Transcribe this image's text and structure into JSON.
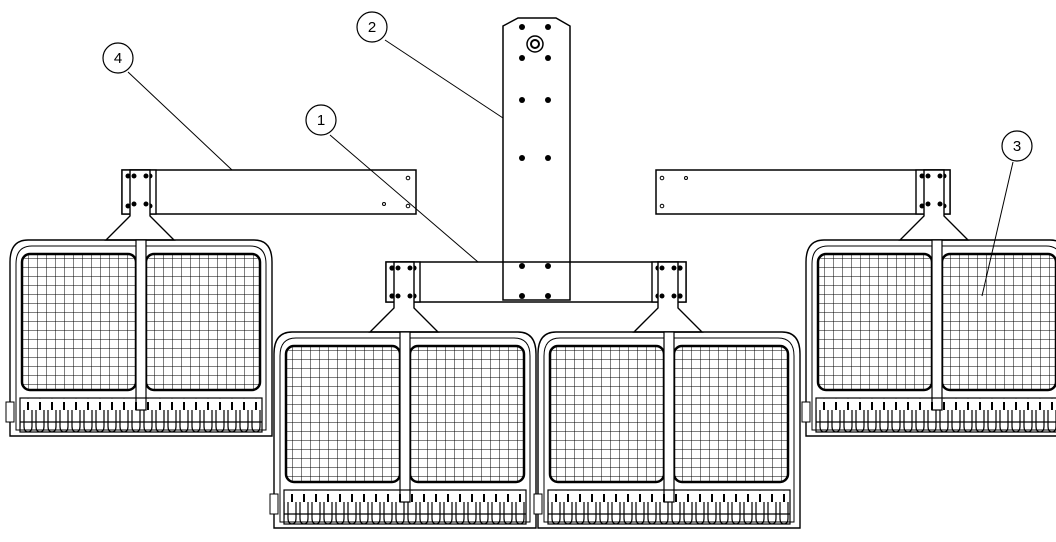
{
  "drawing": {
    "callouts": [
      {
        "id": "1",
        "label": "1"
      },
      {
        "id": "2",
        "label": "2"
      },
      {
        "id": "3",
        "label": "3"
      },
      {
        "id": "4",
        "label": "4"
      }
    ],
    "colors": {
      "line": "#000000",
      "background": "#ffffff"
    }
  }
}
